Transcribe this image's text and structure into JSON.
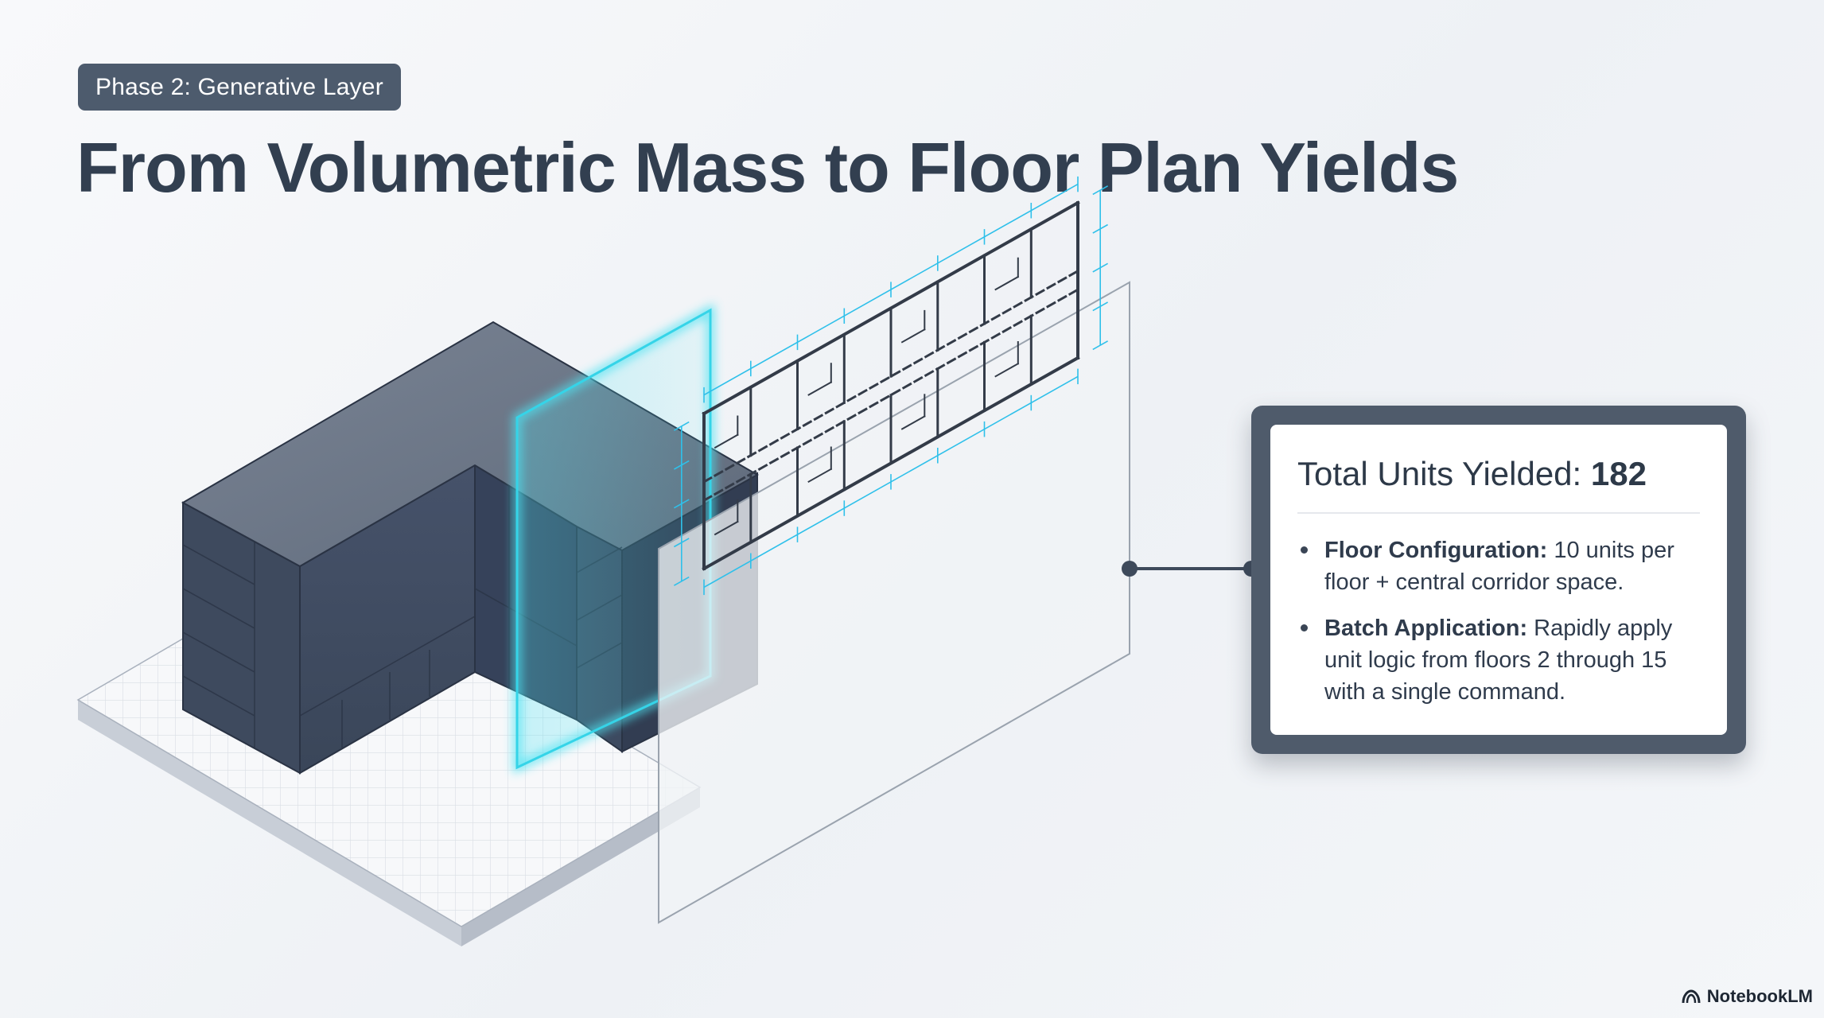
{
  "badge": "Phase 2: Generative Layer",
  "title": "From Volumetric Mass to Floor Plan Yields",
  "card": {
    "title_prefix": "Total Units Yielded: ",
    "total_units": "182",
    "bullets": [
      {
        "label": "Floor Configuration:",
        "text": " 10 units per floor + central corridor space."
      },
      {
        "label": "Batch Application:",
        "text": " Rapidly apply unit logic from floors 2 through 15 with a single command."
      }
    ]
  },
  "brand": "NotebookLM",
  "colors": {
    "badge_bg": "#4d5b6d",
    "title": "#323f50",
    "mass_top": "#6d7888",
    "mass_front": "#404c5f",
    "mass_side": "#2f3a4d",
    "cut_plane": "#35d4e8",
    "plan_lines": "#3a4250",
    "dimension_lines": "#2fc0ea",
    "card_frame": "#4f5b6b"
  },
  "icons": [
    "notebooklm-logo-icon"
  ]
}
